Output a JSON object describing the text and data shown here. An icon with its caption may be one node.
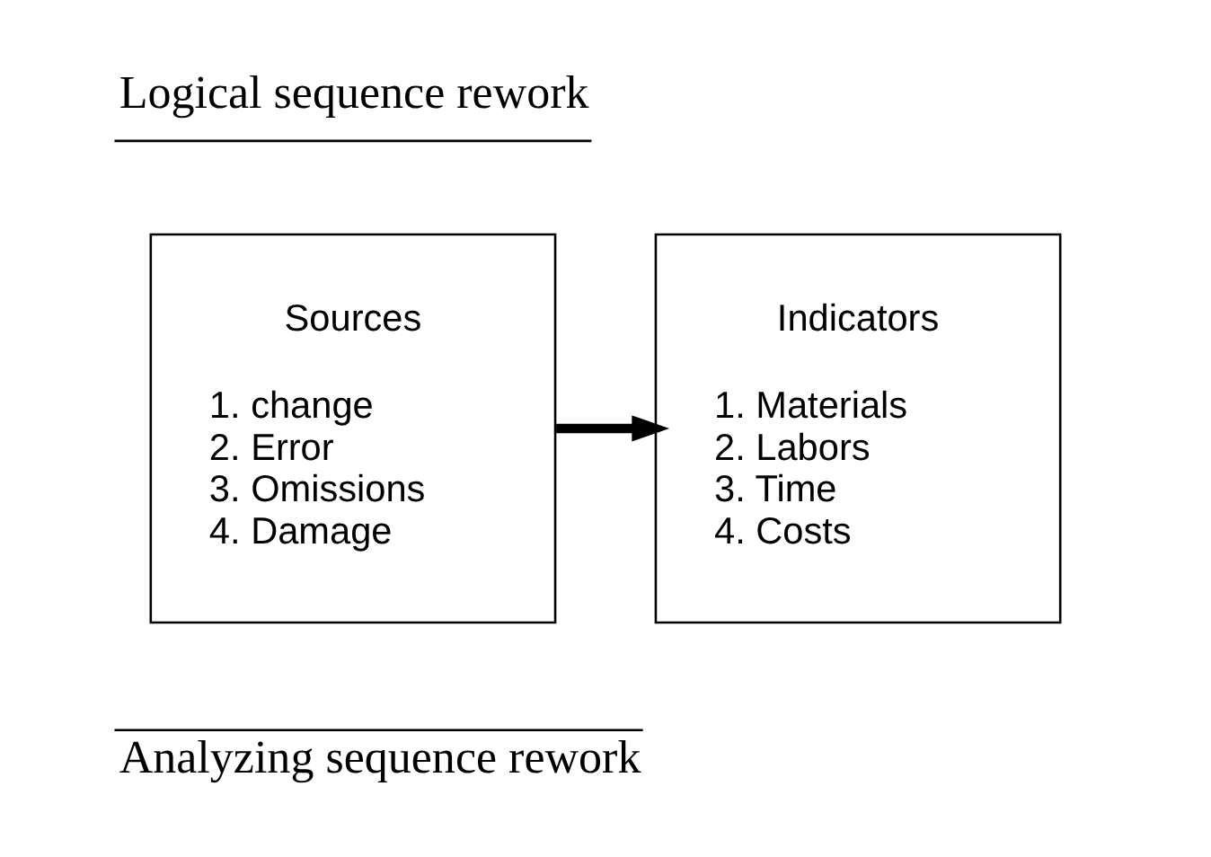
{
  "diagram": {
    "nodes": [
      {
        "text": [
          "Sources",
          "1. change",
          "2. Error",
          "3. Omissions",
          "4. Damage"
        ]
      },
      {
        "text": [
          "Indicators",
          "1. Materials",
          "2. Labors",
          "3. Time",
          "4. Costs"
        ]
      }
    ],
    "edges": [
      {
        "from": 0,
        "to": 1,
        "arrow": "to"
      }
    ],
    "labels": [
      "Logical sequence rework",
      "Analyzing sequence rework"
    ]
  }
}
